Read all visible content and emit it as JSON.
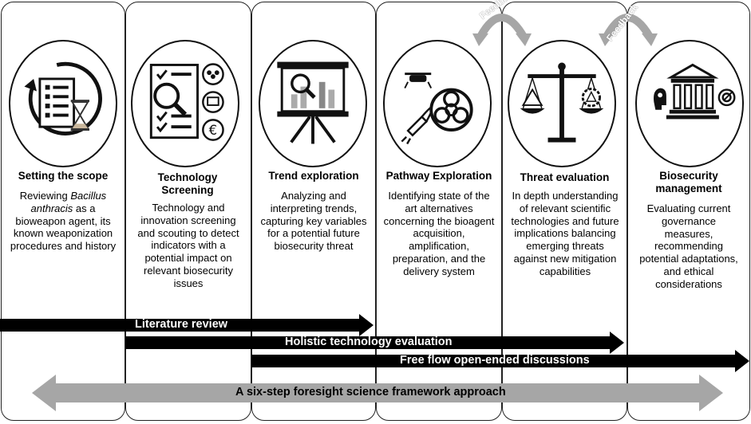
{
  "steps": [
    {
      "title": "Setting the scope",
      "desc_pre": "Reviewing ",
      "desc_italic": "Bacillus anthracis",
      "desc_post": " as a bioweapon agent, its known weaponization procedures and history"
    },
    {
      "title": "Technology Screening",
      "desc": "Technology and innovation screening and scouting to detect indicators with a potential impact on relevant biosecurity issues"
    },
    {
      "title": "Trend exploration",
      "desc": "Analyzing and interpreting trends, capturing key variables for a potential future biosecurity threat"
    },
    {
      "title": "Pathway Exploration",
      "desc": "Identifying state of the art alternatives concerning the bioagent acquisition, amplification, preparation, and the delivery system"
    },
    {
      "title": "Threat evaluation",
      "desc": "In depth understanding of relevant scientific technologies and future implications balancing emerging threats against new mitigation capabilities"
    },
    {
      "title": "Biosecurity management",
      "desc": "Evaluating current governance measures, recommending potential adaptations, and ethical considerations"
    }
  ],
  "feedback_label": "Feedback",
  "bars": {
    "literature_review": "Literature review",
    "holistic": "Holistic technology evaluation",
    "free_flow": "Free flow open-ended discussions"
  },
  "framework_label": "A six-step foresight science framework approach",
  "colors": {
    "black_bar": "#000000",
    "gray_arrow": "#a6a6a6",
    "feedback_arrow": "#a6a6a6"
  },
  "icons": [
    "checklist-hourglass-icon",
    "magnifier-checklist-icon",
    "presentation-chart-icon",
    "drone-rocket-biohazard-icon",
    "scales-biohazard-gear-icon",
    "government-building-icon"
  ]
}
